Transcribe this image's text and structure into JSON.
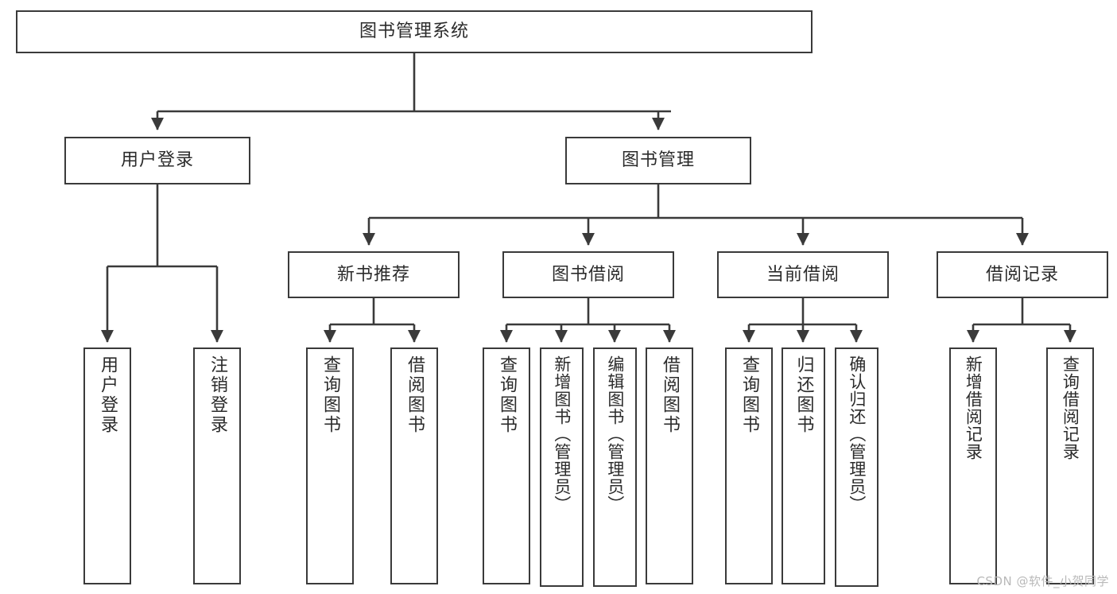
{
  "diagram": {
    "type": "tree",
    "title": "图书管理系统",
    "root": {
      "label": "图书管理系统"
    },
    "level2": [
      {
        "label": "用户登录"
      },
      {
        "label": "图书管理"
      }
    ],
    "level3": [
      {
        "label": "新书推荐"
      },
      {
        "label": "图书借阅"
      },
      {
        "label": "当前借阅"
      },
      {
        "label": "借阅记录"
      }
    ],
    "leaves": {
      "user_login": [
        {
          "label": "用户登录"
        },
        {
          "label": "注销登录"
        }
      ],
      "new_book_recommend": [
        {
          "label": "查询图书"
        },
        {
          "label": "借阅图书"
        }
      ],
      "book_borrow": [
        {
          "label": "查询图书"
        },
        {
          "label": "新增图书（管理员）"
        },
        {
          "label": "编辑图书（管理员）"
        },
        {
          "label": "借阅图书"
        }
      ],
      "current_borrow": [
        {
          "label": "查询图书"
        },
        {
          "label": "归还图书"
        },
        {
          "label": "确认归还（管理员）"
        }
      ],
      "borrow_record": [
        {
          "label": "新增借阅记录"
        },
        {
          "label": "查询借阅记录"
        }
      ]
    }
  },
  "watermark": {
    "text": "CSDN @软件_小贺同学"
  },
  "colors": {
    "border": "#3a3a3a",
    "text": "#2b2b2b",
    "background": "#ffffff",
    "connector": "#3a3a3a",
    "watermark": "#b9b9b9"
  }
}
